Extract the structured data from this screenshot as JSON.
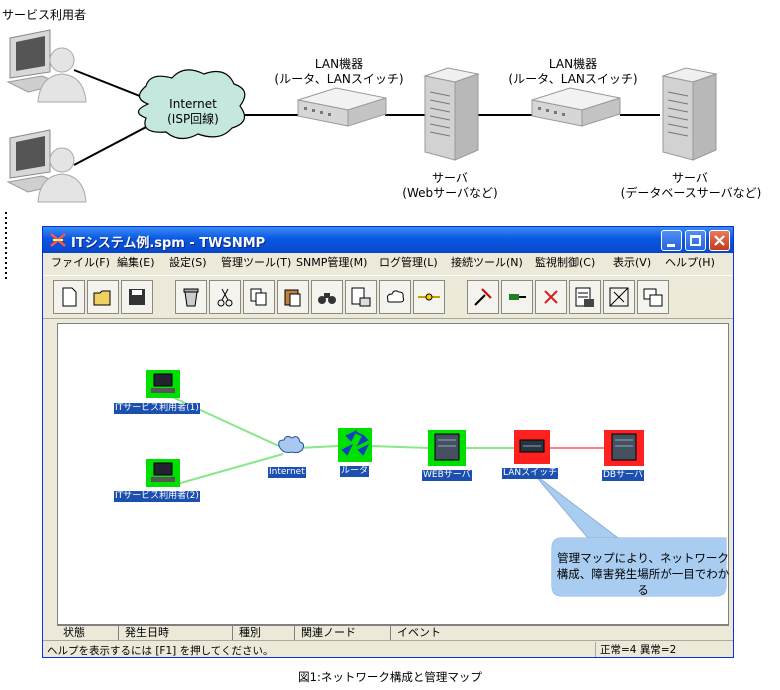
{
  "diagram": {
    "users_label": "サービス利用者",
    "internet_line1": "Internet",
    "internet_line2": "(ISP回線)",
    "lan1_line1": "LAN機器",
    "lan1_line2": "(ルータ、LANスイッチ)",
    "lan2_line1": "LAN機器",
    "lan2_line2": "(ルータ、LANスイッチ)",
    "server1_line1": "サーバ",
    "server1_line2": "(Webサーバなど)",
    "server2_line1": "サーバ",
    "server2_line2": "(データベースサーバなど)"
  },
  "window": {
    "title": "ITシステム例.spm - TWSNMP",
    "menu": [
      "ファイル(F)",
      "編集(E)",
      "設定(S)",
      "管理ツール(T)",
      "SNMP管理(M)",
      "ログ管理(L)",
      "接続ツール(N)",
      "監視制御(C)",
      "表示(V)",
      "ヘルプ(H)"
    ],
    "map_nodes": {
      "user1": "ITサービス利用者(1)",
      "user2": "ITサービス利用者(2)",
      "internet": "Internet",
      "router": "ルータ",
      "web": "WEBサーバ",
      "lanswitch": "LANスイッチ",
      "db": "DBサーバ"
    },
    "node_colors": {
      "normal": "#00e000",
      "error": "#ff2020"
    },
    "callout": "管理マップにより、ネットワーク構成、障害発生場所が一目でわかる",
    "event_columns": [
      "状態",
      "発生日時",
      "種別",
      "関連ノード",
      "イベント"
    ],
    "status_help": "ヘルプを表示するには [F1] を押してください。",
    "status_counts": "正常=4 異常=2"
  },
  "caption": "図1:ネットワーク構成と管理マップ"
}
